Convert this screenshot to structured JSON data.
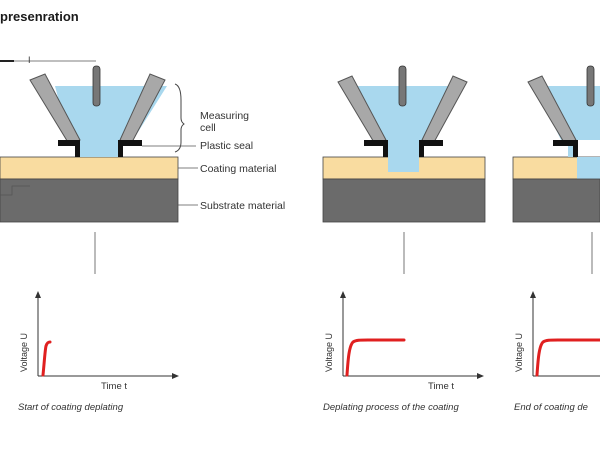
{
  "title": "presenration",
  "marker": "I",
  "labels": {
    "measuring_cell": "Measuring\ncell",
    "plastic_seal": "Plastic seal",
    "coating": "Coating material",
    "substrate": "Substrate material"
  },
  "axis": {
    "y": "Voltage U",
    "x": "Time t"
  },
  "panels": [
    {
      "caption": "Start of coating deplating"
    },
    {
      "caption": "Deplating process of the coating"
    },
    {
      "caption": "End of coating de"
    }
  ],
  "colors": {
    "liquid": "#a9d8ee",
    "coating": "#f9dca0",
    "substrate": "#6b6b6b",
    "curve": "#e02020",
    "cell_wall": "#a8a8a8"
  }
}
